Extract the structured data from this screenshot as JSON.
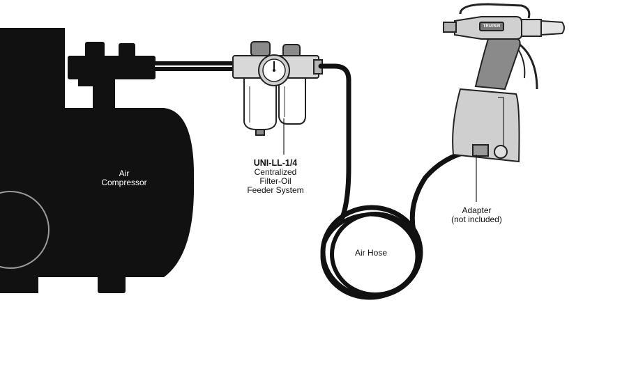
{
  "labels": {
    "compressor": [
      "Air",
      "Compressor"
    ],
    "unit": {
      "model": "UNI-LL-1/4",
      "description": [
        "Centralized",
        "Filter-Oil",
        "Feeder System"
      ]
    },
    "hose": "Air Hose",
    "adapter": [
      "Adapter",
      "(not included)"
    ],
    "brand": "TRUPER"
  },
  "colors": {
    "machine": "#111111",
    "line": "#222222",
    "gray_light": "#d8d8d8",
    "gray_mid": "#8a8a8a",
    "gray_dark": "#555555",
    "background": "#ffffff"
  },
  "icons": [
    "air-compressor-icon",
    "filter-regulator-lubricator-icon",
    "pressure-gauge-icon",
    "air-hose-icon",
    "air-gun-tool-icon"
  ]
}
